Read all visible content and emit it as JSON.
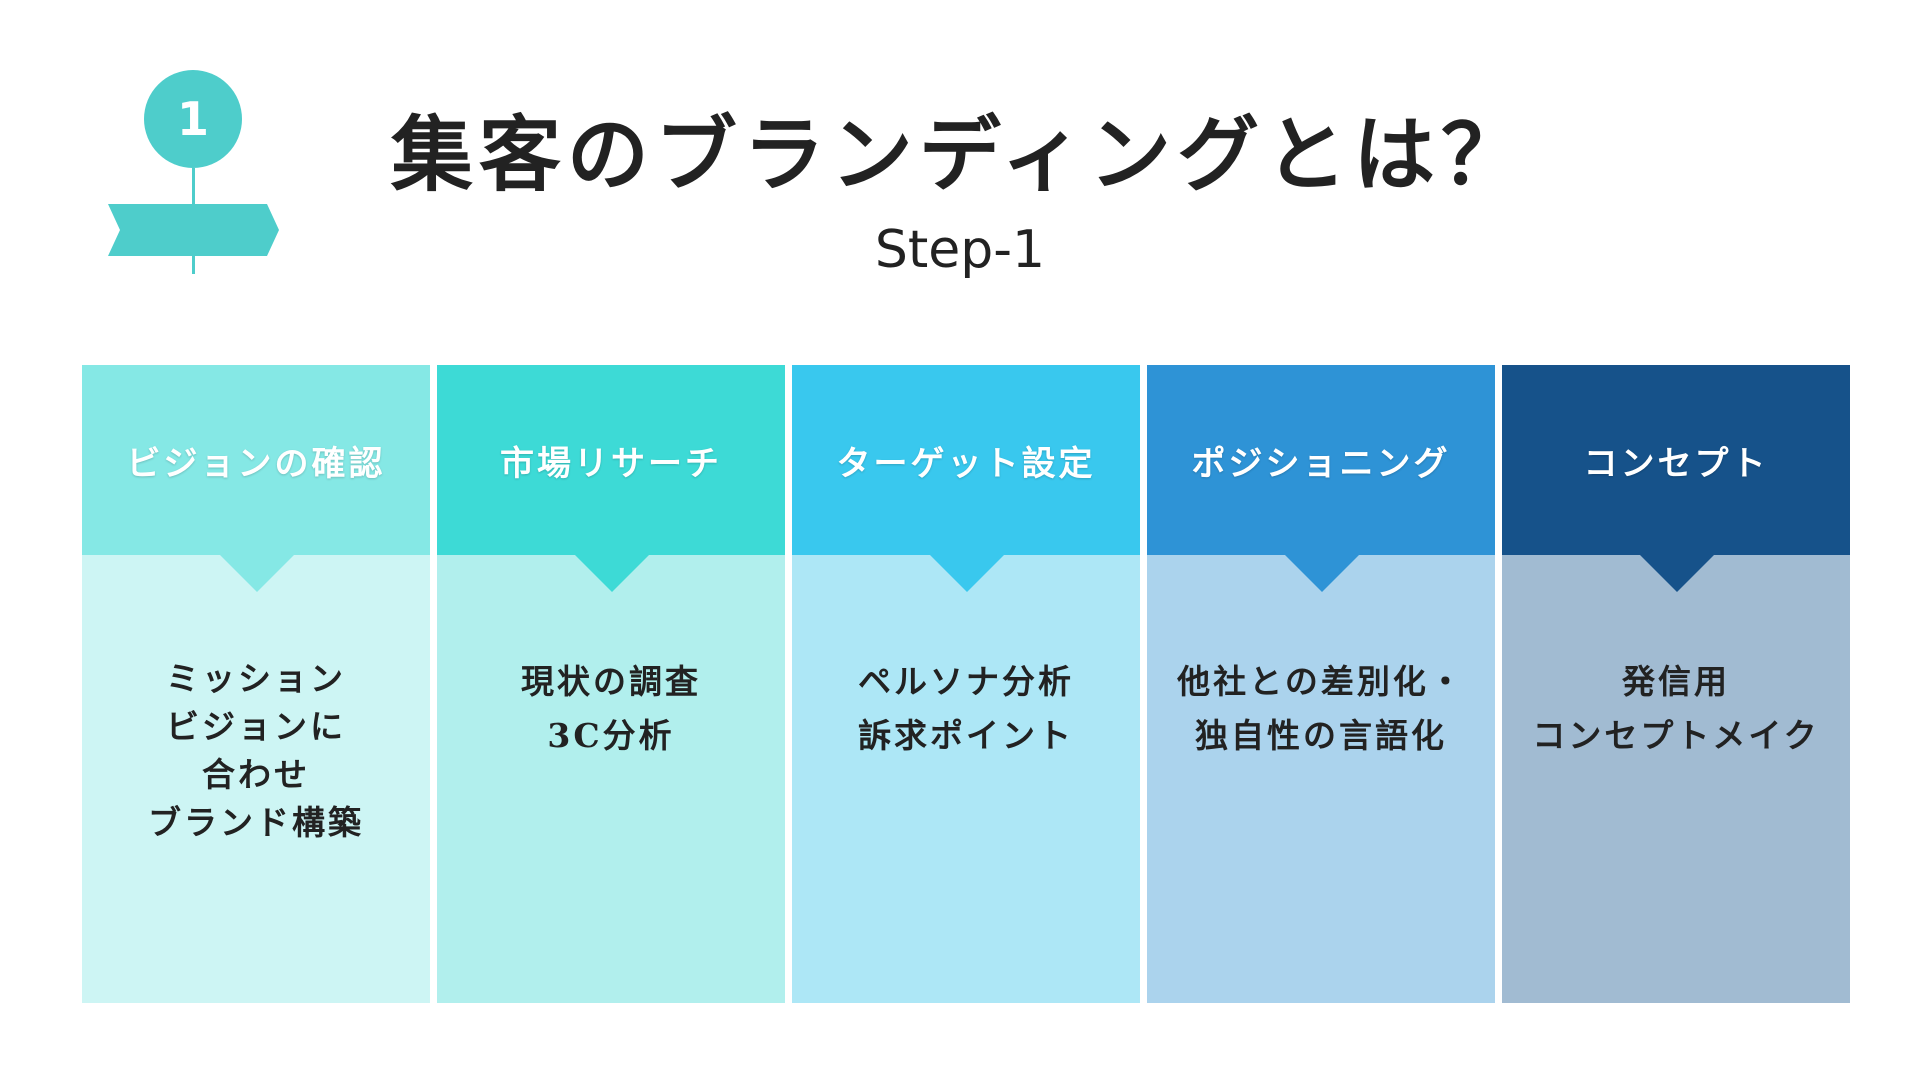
{
  "badge": {
    "number": "1",
    "color": "#4ecdcb"
  },
  "title": "集客のブランディングとは？",
  "subtitle": "Step-1",
  "columns": [
    {
      "title": "ビジョンの確認",
      "header_color": "#85e8e5",
      "body_color": "#cdf5f4",
      "lines": [
        "ミッション",
        "ビジョンに",
        "合わせ",
        "ブランド構築"
      ]
    },
    {
      "title": "市場リサーチ",
      "header_color": "#3ddad6",
      "body_color": "#b1efed",
      "lines": [
        "現状の調査",
        "3C分析"
      ]
    },
    {
      "title": "ターゲット設定",
      "header_color": "#39c8ee",
      "body_color": "#ade7f6",
      "lines": [
        "ペルソナ分析",
        "訴求ポイント"
      ]
    },
    {
      "title": "ポジショニング",
      "header_color": "#2e93d6",
      "body_color": "#abd3ed",
      "lines": [
        "他社との差別化・",
        "独自性の言語化"
      ]
    },
    {
      "title": "コンセプト",
      "header_color": "#16528a",
      "body_color": "#a1bbd2",
      "lines": [
        "発信用",
        "コンセプトメイク"
      ]
    }
  ]
}
